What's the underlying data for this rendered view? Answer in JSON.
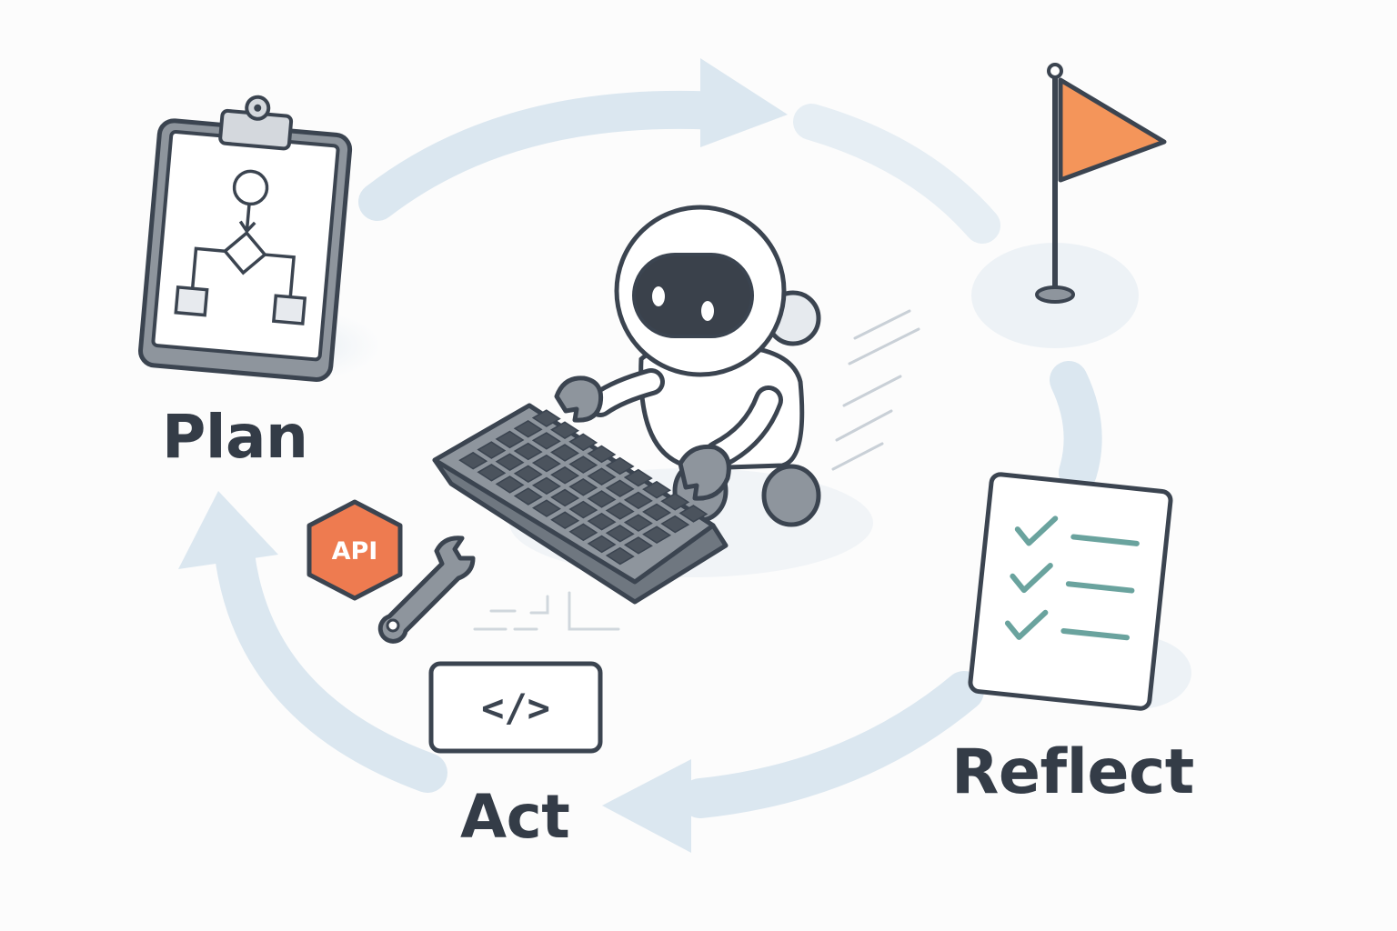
{
  "stages": {
    "plan": {
      "label": "Plan"
    },
    "act": {
      "label": "Act"
    },
    "reflect": {
      "label": "Reflect"
    }
  },
  "badges": {
    "api": "API",
    "code": "</>"
  },
  "icons": {
    "plan": "clipboard-flowchart-icon",
    "act": "robot-typing-keyboard",
    "reflect": "checklist-icon",
    "goal": "flag-icon",
    "tool": "wrench-icon",
    "api": "api-hexagon-badge",
    "code": "code-tag-icon"
  },
  "colors": {
    "outline": "#3b4450",
    "label_text": "#343c47",
    "loop_arrow": "#dbe7f0",
    "accent_orange": "#f4955a",
    "api_badge": "#ee7b50",
    "check": "#6aa39e",
    "visor": "#3a414b"
  }
}
